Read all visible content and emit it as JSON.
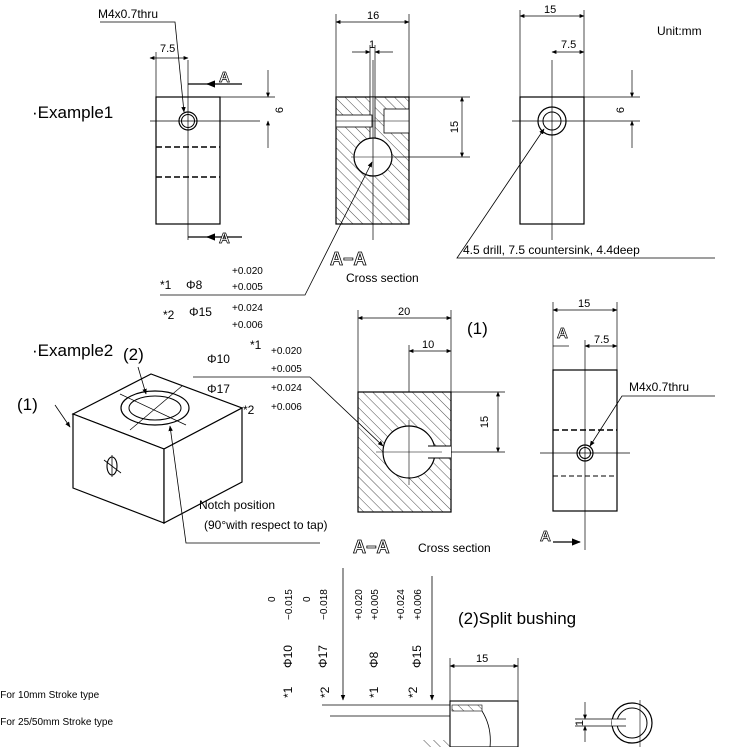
{
  "labels": {
    "unit": "Unit:mm",
    "example1": "·Example1",
    "example2": "·Example2",
    "thread_top": "M4x0.7thru",
    "thread_right": "M4x0.7thru",
    "countersink_note": "4.5 drill, 7.5 countersink, 4.4deep",
    "section_letter": "A",
    "section_name": "A−A",
    "cross_section": "Cross section",
    "ex2_cross_section": "Cross section",
    "notch_line1": "Notch position",
    "notch_line2": "(90°with respect to tap)",
    "part1": "(1)",
    "part2": "(2)",
    "split_bushing": "(2)Split bushing",
    "legend_note1": "*1  For 10mm Stroke type",
    "legend_note2": "*2  For 25/50mm Stroke type"
  },
  "example1": {
    "left_view": {
      "dim_width": "7.5",
      "dim_height": "6"
    },
    "section_view": {
      "dim_width": "16",
      "dim_gap": "1",
      "dim_height": "15"
    },
    "right_view": {
      "dim_width": "15",
      "dim_half": "7.5",
      "dim_height": "6"
    }
  },
  "tolerances_ex1": {
    "row1": {
      "mark": "*1",
      "dia": "Φ8",
      "upper": "+0.020",
      "lower": "+0.005"
    },
    "row2": {
      "mark": "*2",
      "dia": "Φ15",
      "upper": "+0.024",
      "lower": "+0.006"
    }
  },
  "tolerances_ex2": {
    "row1": {
      "mark": "*1",
      "dia": "Φ10",
      "upper": "+0.020",
      "lower": "+0.005"
    },
    "row2": {
      "mark": "*2",
      "dia": "Φ17",
      "upper": "+0.024",
      "lower": "+0.006"
    }
  },
  "example2": {
    "section_view": {
      "dim_width": "20",
      "dim_half": "10",
      "dim_height": "15"
    },
    "right_view": {
      "dim_width": "15",
      "dim_half": "7.5"
    }
  },
  "vertical_tolerances": [
    {
      "mark": "*1",
      "dia": "Φ10",
      "upper": "0",
      "lower": "−0.015"
    },
    {
      "mark": "*2",
      "dia": "Φ17",
      "upper": "0",
      "lower": "−0.018"
    },
    {
      "mark": "*1",
      "dia": "Φ8",
      "upper": "+0.020",
      "lower": "+0.005"
    },
    {
      "mark": "*2",
      "dia": "Φ15",
      "upper": "+0.024",
      "lower": "+0.006"
    }
  ],
  "bushing": {
    "dim_width": "15",
    "dim_gap": "1"
  }
}
